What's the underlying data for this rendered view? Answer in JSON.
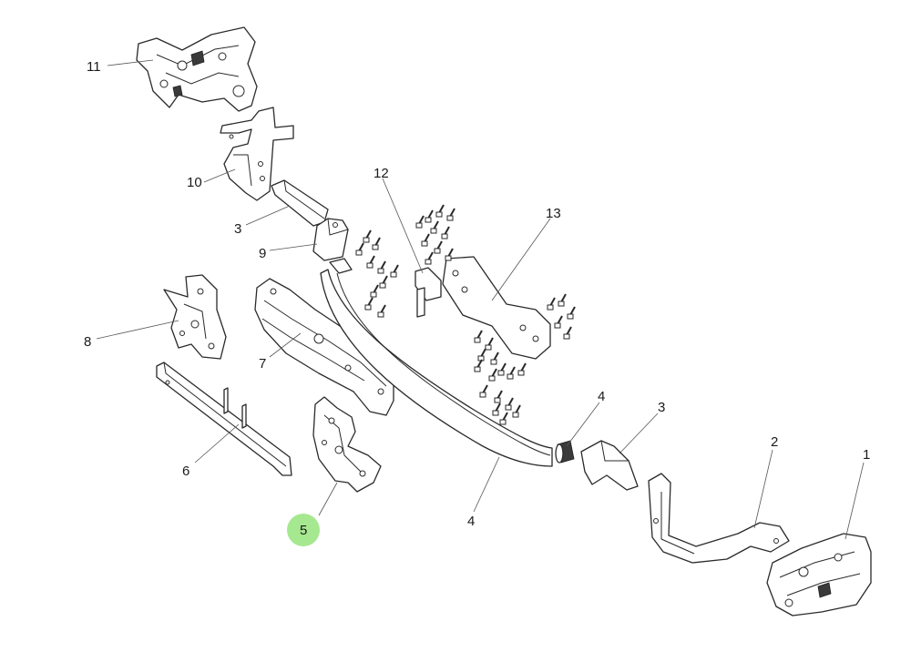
{
  "diagram": {
    "highlight_color": "#a6e890",
    "callouts": [
      {
        "id": "c11",
        "label": "11"
      },
      {
        "id": "c10",
        "label": "10"
      },
      {
        "id": "c3a",
        "label": "3"
      },
      {
        "id": "c9",
        "label": "9"
      },
      {
        "id": "c12",
        "label": "12"
      },
      {
        "id": "c13",
        "label": "13"
      },
      {
        "id": "c8",
        "label": "8"
      },
      {
        "id": "c7",
        "label": "7"
      },
      {
        "id": "c6",
        "label": "6"
      },
      {
        "id": "c5",
        "label": "5",
        "highlighted": true
      },
      {
        "id": "c4a",
        "label": "4"
      },
      {
        "id": "c4b",
        "label": "4"
      },
      {
        "id": "c3b",
        "label": "3"
      },
      {
        "id": "c2",
        "label": "2"
      },
      {
        "id": "c1",
        "label": "1"
      }
    ]
  }
}
